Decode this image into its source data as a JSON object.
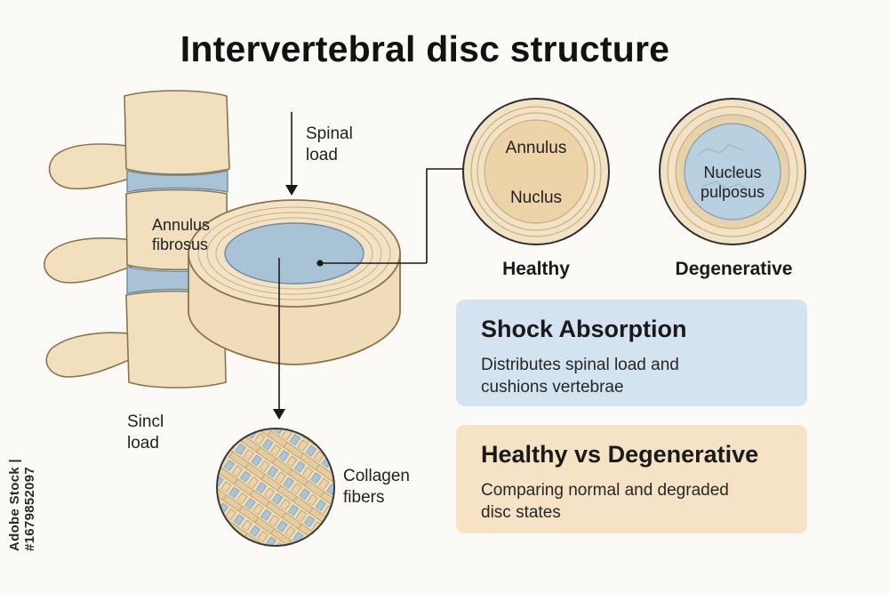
{
  "title": "Intervertebral disc structure",
  "labels": {
    "spinal_load": "Spinal load",
    "annulus_fibrosus": "Annulus fibrosus",
    "sincl_load": "Sincl load",
    "collagen_fibers": "Collagen fibers",
    "annulus": "Annulus",
    "nuclus": "Nuclus",
    "nucleus_pulposus": "Nucleus pulposus",
    "healthy": "Healthy",
    "degenerative": "Degenerative"
  },
  "cards": [
    {
      "title": "Shock Absorption",
      "text": "Distributes spinal load and cushions vertebrae"
    },
    {
      "title": "Healthy vs Degenerative",
      "text": "Comparing normal and degraded disc states"
    }
  ],
  "watermark": "Adobe Stock | #1679852097",
  "colors": {
    "bone": "#f1dfbe",
    "bone_stroke": "#8a7450",
    "disc_blue": "#a9c3d6",
    "card_blue": "#d3e3ef",
    "card_tan": "#f6e3c6"
  }
}
